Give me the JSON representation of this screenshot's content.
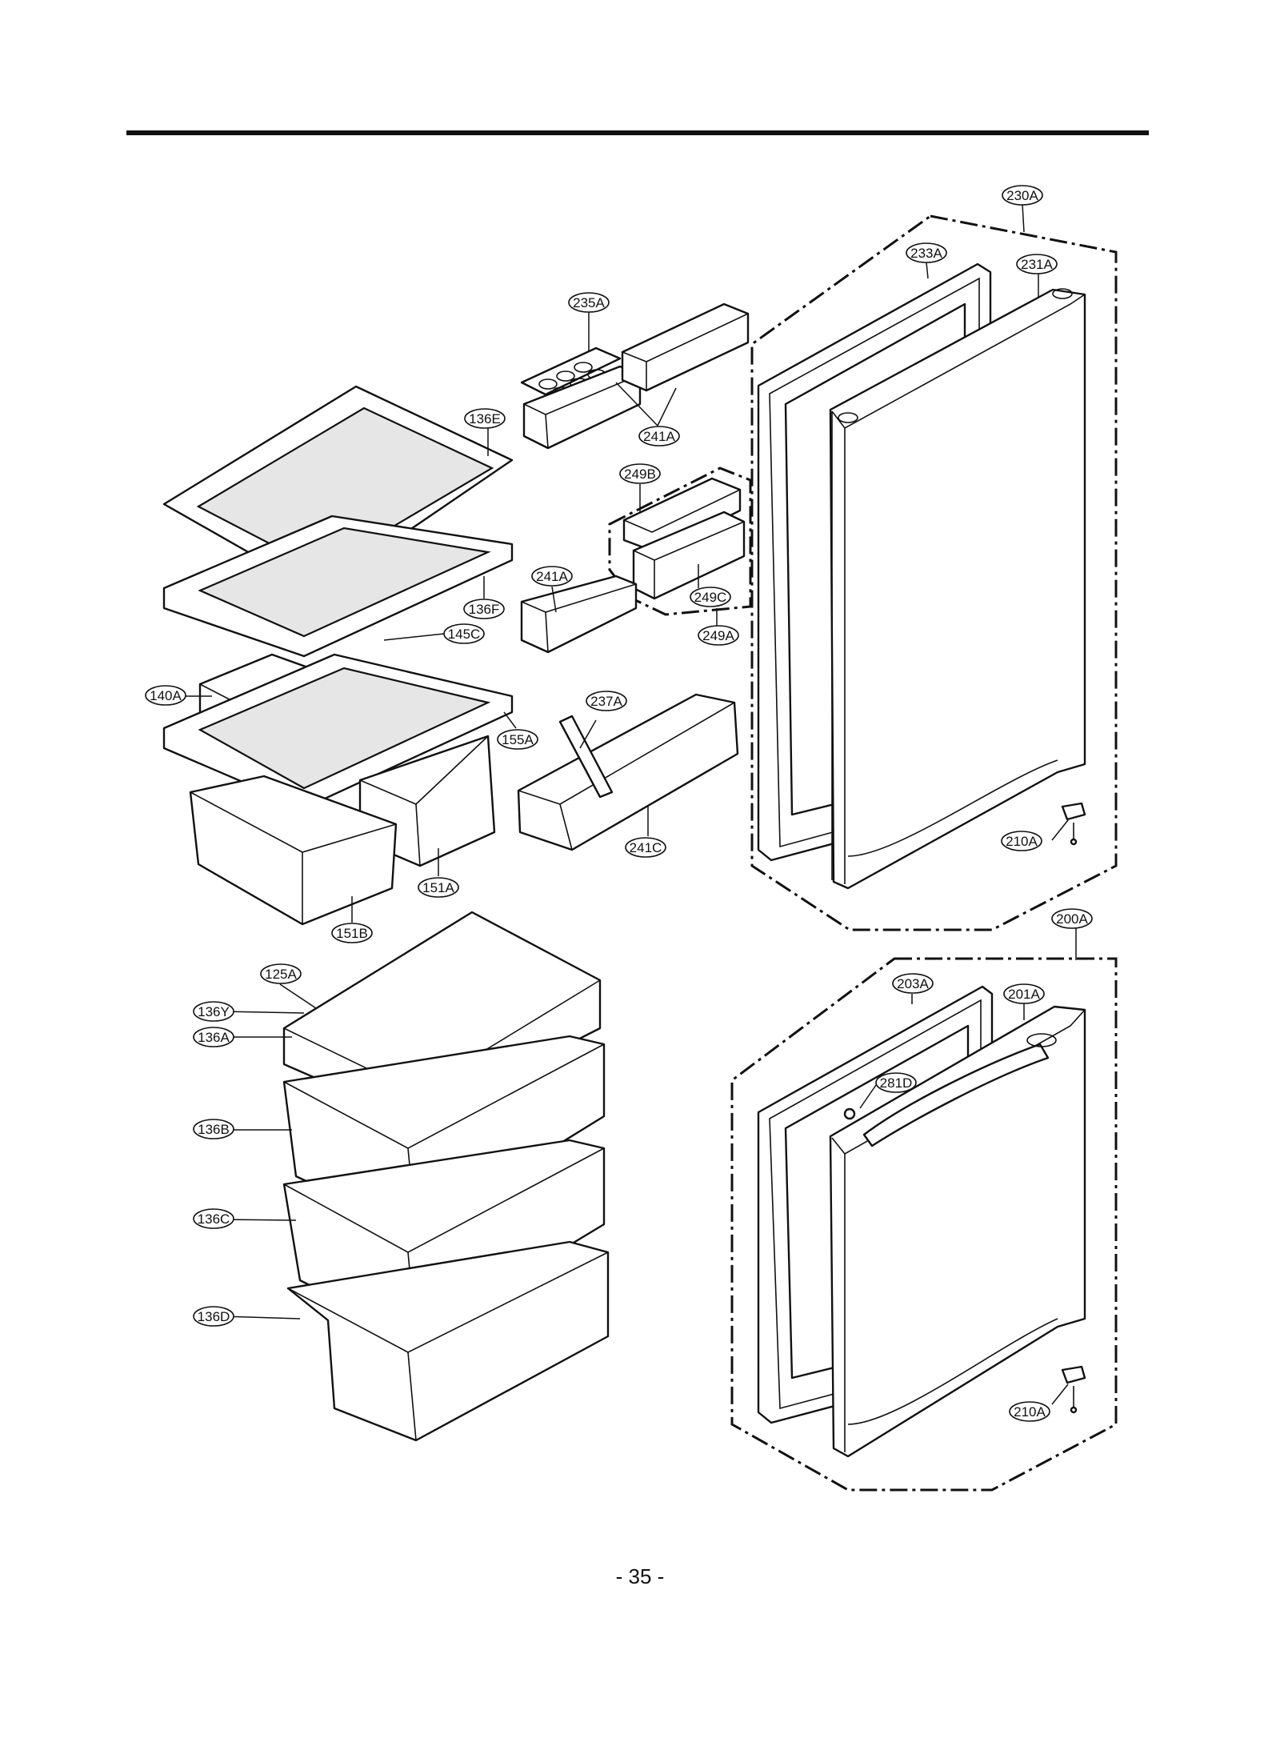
{
  "page": {
    "number": "- 35 -"
  },
  "parts": {
    "p230A": "230A",
    "p233A": "233A",
    "p231A": "231A",
    "p235A": "235A",
    "p241A_top": "241A",
    "p136E": "136E",
    "p249B": "249B",
    "p241A_mid": "241A",
    "p249C": "249C",
    "p136F": "136F",
    "p145C": "145C",
    "p249A": "249A",
    "p140A": "140A",
    "p237A": "237A",
    "p155A": "155A",
    "p241C": "241C",
    "p210A_upper": "210A",
    "p151A": "151A",
    "p151B": "151B",
    "p200A": "200A",
    "p125A": "125A",
    "p136Y": "136Y",
    "p203A": "203A",
    "p201A": "201A",
    "p136A": "136A",
    "p281D": "281D",
    "p136B": "136B",
    "p136C": "136C",
    "p136D": "136D",
    "p210A_lower": "210A"
  }
}
